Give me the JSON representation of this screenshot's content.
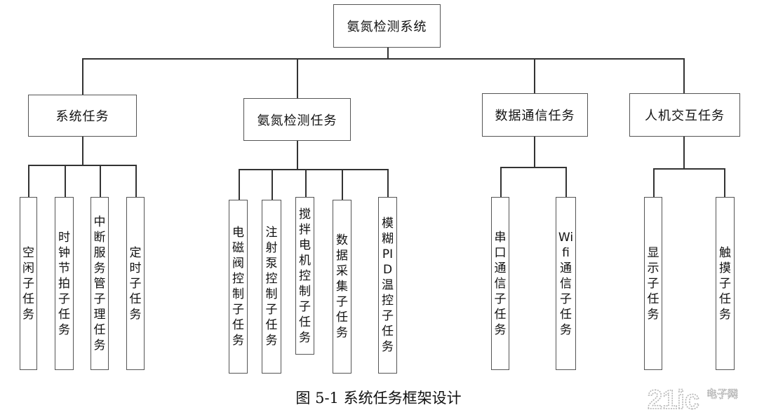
{
  "root": {
    "label": "氨氮检测系统"
  },
  "groups": [
    {
      "label": "系统任务",
      "children": [
        "空闲子任务",
        "时钟节拍子任务",
        "中断服务管子理任务",
        "定时子任务"
      ]
    },
    {
      "label": "氨氮检测任务",
      "children": [
        "电磁阀控制子任务",
        "注射泵控制子任务",
        "搅拌电机控制子任务",
        "数据采集子任务",
        "模糊PID温控子任务"
      ]
    },
    {
      "label": "数据通信任务",
      "children": [
        "串口通信子任务",
        "Wifi通信子任务"
      ]
    },
    {
      "label": "人机交互任务",
      "children": [
        "显示子任务",
        "触摸子任务"
      ]
    }
  ],
  "caption": "图 5-1  系统任务框架设计",
  "watermark": {
    "text": "21ic",
    "subtext": "电子网"
  },
  "colors": {
    "line": "#333333",
    "border": "#555555",
    "watermark": "#b5b5b5"
  }
}
